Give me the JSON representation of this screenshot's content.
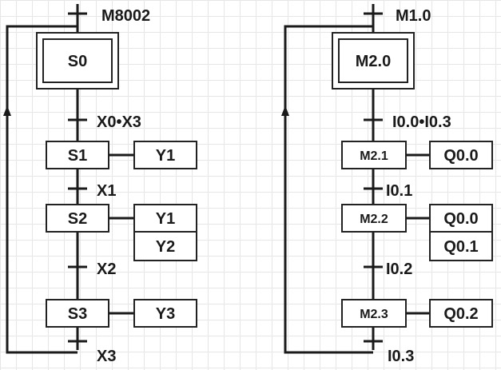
{
  "left_chart": {
    "initial_transition": "M8002",
    "initial_step": "S0",
    "steps": [
      {
        "transition": "X0•X3",
        "label": "S1",
        "actions": [
          "Y1"
        ]
      },
      {
        "transition": "X1",
        "label": "S2",
        "actions": [
          "Y1",
          "Y2"
        ]
      },
      {
        "transition": "X2",
        "label": "S3",
        "actions": [
          "Y3"
        ]
      }
    ],
    "final_transition": "X3"
  },
  "right_chart": {
    "initial_transition": "M1.0",
    "initial_step": "M2.0",
    "steps": [
      {
        "transition": "I0.0•I0.3",
        "label": "M2.1",
        "actions": [
          "Q0.0"
        ]
      },
      {
        "transition": "I0.1",
        "label": "M2.2",
        "actions": [
          "Q0.0",
          "Q0.1"
        ]
      },
      {
        "transition": "I0.2",
        "label": "M2.3",
        "actions": [
          "Q0.2"
        ]
      }
    ],
    "final_transition": "I0.3"
  }
}
